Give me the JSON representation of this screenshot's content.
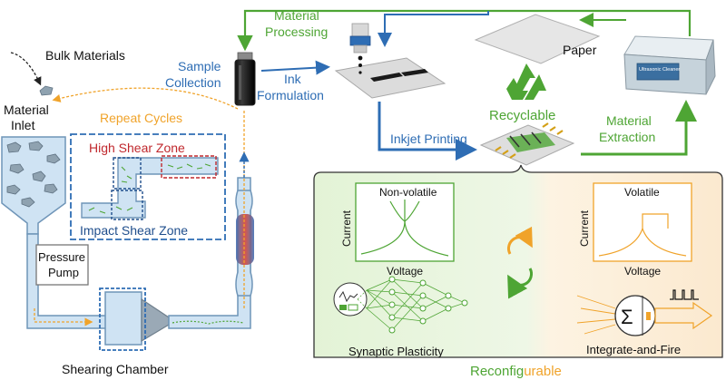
{
  "labels": {
    "bulk_materials": "Bulk Materials",
    "material_inlet_1": "Material",
    "material_inlet_2": "Inlet",
    "repeat_cycles": "Repeat Cycles",
    "high_shear_zone": "High Shear Zone",
    "impact_shear_zone": "Impact Shear Zone",
    "pressure_pump_1": "Pressure",
    "pressure_pump_2": "Pump",
    "shearing_chamber": "Shearing Chamber",
    "sample_collection_1": "Sample",
    "sample_collection_2": "Collection",
    "material_processing_1": "Material",
    "material_processing_2": "Processing",
    "ink_formulation_1": "Ink",
    "ink_formulation_2": "Formulation",
    "paper": "Paper",
    "recyclable": "Recyclable",
    "inkjet_printing": "Inkjet Printing",
    "material_extraction_1": "Material",
    "material_extraction_2": "Extraction",
    "ultrasonic_cleaner": "Ultrasonic Cleaner",
    "non_volatile": "Non-volatile",
    "volatile": "Volatile",
    "current_left": "Current",
    "current_right": "Current",
    "voltage_left": "Voltage",
    "voltage_right": "Voltage",
    "synaptic_plasticity": "Synaptic Plasticity",
    "integrate_and_fire": "Integrate-and-Fire",
    "reconfigurable": "Reconfigurable",
    "sigma": "Σ"
  },
  "colors": {
    "blue_text": "#2e6db4",
    "green_text": "#4ea534",
    "orange_text": "#f0a32a",
    "red_text": "#c0282d",
    "dark_blue_text": "#1f4e8c",
    "pipe_fill": "#cfe3f3",
    "pipe_stroke": "#6f95b8",
    "green_panel": "#eaf5df",
    "orange_panel": "#fdf1de"
  }
}
